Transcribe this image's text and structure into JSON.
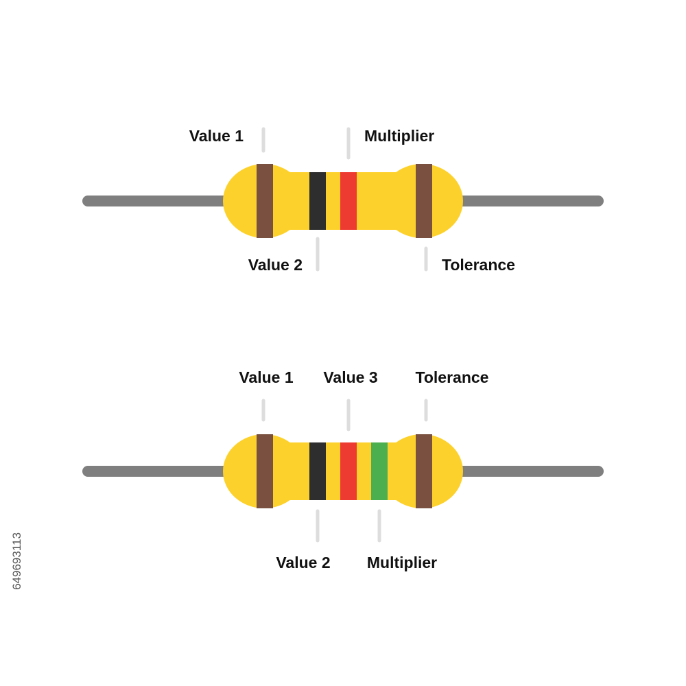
{
  "colors": {
    "body": "#FDD12C",
    "lead": "#7F7F7F",
    "pointer": "#DDDDDD",
    "label_text": "#111111",
    "band_brown": "#7A5140",
    "band_black": "#2E2E2E",
    "band_red": "#EE3B32",
    "band_green": "#4CAF4F"
  },
  "resistors": [
    {
      "band_count": 4,
      "bands": [
        {
          "role": "Value 1",
          "color": "brown"
        },
        {
          "role": "Value 2",
          "color": "black"
        },
        {
          "role": "Multiplier",
          "color": "red"
        },
        {
          "role": "Tolerance",
          "color": "brown"
        }
      ],
      "labels": {
        "value1": "Value 1",
        "value2": "Value 2",
        "multiplier": "Multiplier",
        "tolerance": "Tolerance"
      }
    },
    {
      "band_count": 5,
      "bands": [
        {
          "role": "Value 1",
          "color": "brown"
        },
        {
          "role": "Value 2",
          "color": "black"
        },
        {
          "role": "Value 3",
          "color": "red"
        },
        {
          "role": "Multiplier",
          "color": "green"
        },
        {
          "role": "Tolerance",
          "color": "brown"
        }
      ],
      "labels": {
        "value1": "Value 1",
        "value2": "Value 2",
        "value3": "Value 3",
        "multiplier": "Multiplier",
        "tolerance": "Tolerance"
      }
    }
  ],
  "stock_id": "649693113"
}
